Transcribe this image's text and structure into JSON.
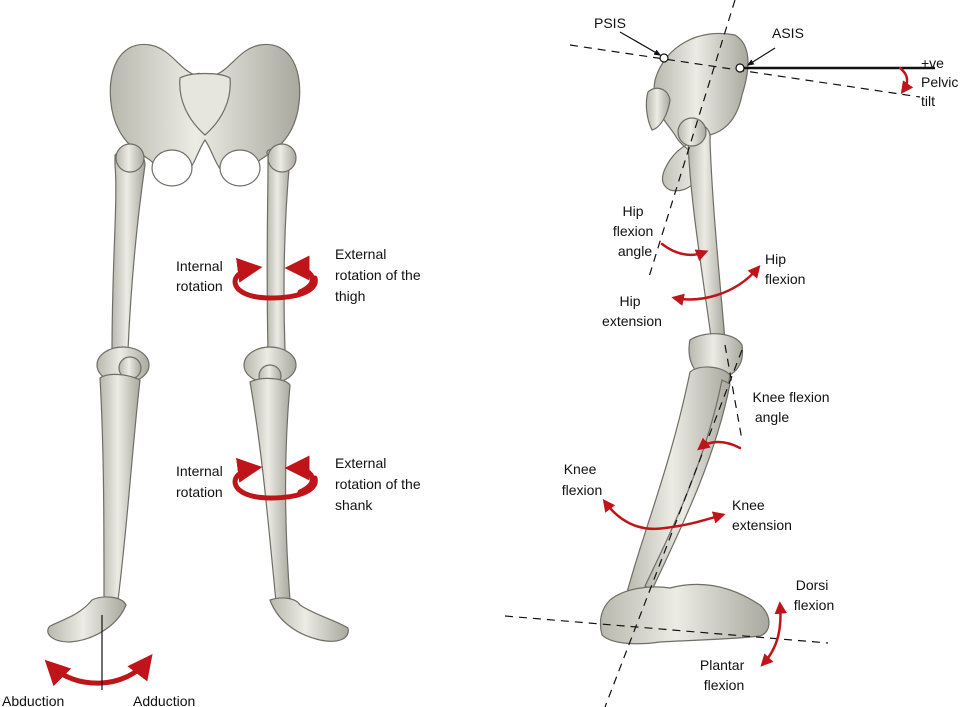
{
  "front_view": {
    "labels": {
      "internal_rotation_thigh": [
        "Internal",
        "rotation"
      ],
      "external_rotation_thigh": [
        "External",
        "rotation of the",
        "thigh"
      ],
      "internal_rotation_shank": [
        "Internal",
        "rotation"
      ],
      "external_rotation_shank": [
        "External",
        "rotation of the",
        "shank"
      ],
      "abduction_left": "Abduction",
      "adduction_right": "Adduction"
    }
  },
  "side_view": {
    "labels": {
      "psis": "PSIS",
      "asis": "ASIS",
      "pelvic_tilt": [
        "+ve",
        "Pelvic",
        "tilt"
      ],
      "hip_flexion_angle": [
        "Hip",
        "flexion",
        "angle"
      ],
      "hip_flexion": [
        "Hip",
        "flexion"
      ],
      "hip_extension": [
        "Hip",
        "extension"
      ],
      "knee_flexion_angle": [
        "Knee flexion",
        "angle"
      ],
      "knee_flexion": [
        "Knee",
        "flexion"
      ],
      "knee_extension": [
        "Knee",
        "extension"
      ],
      "dorsi_flexion": [
        "Dorsi",
        "flexion"
      ],
      "plantar_flexion": [
        "Plantar",
        "flexion"
      ]
    }
  },
  "colors": {
    "arrow": "#c0141b",
    "bone_fill": "#d9d8d0",
    "bone_stroke": "#6f6e66",
    "reference_line": "#111111"
  }
}
